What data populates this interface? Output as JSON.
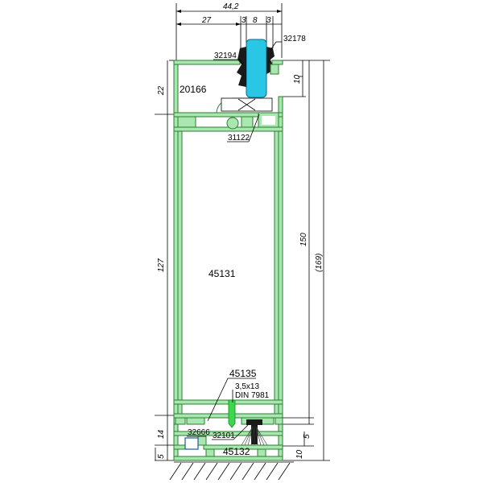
{
  "dimensions": {
    "total_width": "44,2",
    "width_27": "27",
    "width_3a": "3",
    "width_8": "8",
    "width_3b": "3",
    "left_22": "22",
    "left_127": "127",
    "left_14": "14",
    "left_5": "5",
    "right_10_top": "10",
    "right_150": "150",
    "right_169": "(169)",
    "right_5": "5",
    "right_10_bottom": "10"
  },
  "parts": {
    "p32194": "32194",
    "p32178": "32178",
    "p20166": "20166",
    "p31122": "31122",
    "p45131": "45131",
    "p45135": "45135",
    "screw": "3,5x13",
    "din": "DIN 7981",
    "p32666": "32666",
    "p32101": "32101",
    "p45132": "45132"
  },
  "colors": {
    "profile_fill": "#a8e8b0",
    "profile_stroke": "#2e7d32",
    "glass": "#29c6e6",
    "gasket": "#1a1a1a"
  }
}
